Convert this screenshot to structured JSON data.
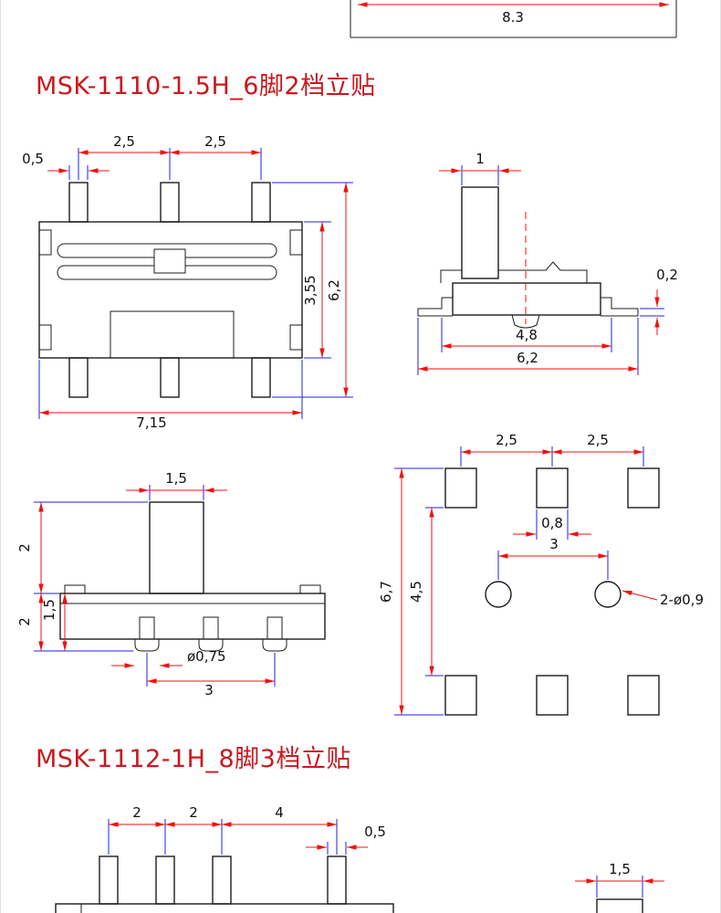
{
  "colors": {
    "dim_line": "#f01010",
    "ext_line": "#2222dd",
    "outline": "#1c1c1c",
    "title": "#c8191e",
    "dim_text": "#101010"
  },
  "top_figure": {
    "width_dim": "8.3"
  },
  "section1": {
    "title": "MSK-1110-1.5H_6脚2档立贴",
    "front_view": {
      "pin_width": "0,5",
      "pin_pitch_left": "2,5",
      "pin_pitch_right": "2,5",
      "body_height": "3,55",
      "overall_height": "6,2",
      "overall_width": "7,15"
    },
    "side_view": {
      "knob_width": "1",
      "foot_thickness": "0,2",
      "feet_inner_span": "4,8",
      "overall_width": "6,2"
    },
    "end_view": {
      "knob_width": "1,5",
      "knob_height": "2",
      "body_height": "2",
      "base_height": "1,5",
      "foot_diameter": "ø0,75",
      "foot_pitch": "3"
    },
    "pcb_layout": {
      "pad_pitch_left": "2,5",
      "pad_pitch_right": "2,5",
      "pad_width": "0,8",
      "hole_pitch": "3",
      "overall_height": "6,7",
      "inner_height": "4,5",
      "hole_callout": "2-ø0,9"
    }
  },
  "section2": {
    "title": "MSK-1112-1H_8脚3档立贴",
    "front_view": {
      "pin_pitch_1": "2",
      "pin_pitch_2": "2",
      "pin_pitch_3": "4",
      "pin_width": "0,5"
    },
    "side_view": {
      "knob_width": "1,5"
    }
  }
}
